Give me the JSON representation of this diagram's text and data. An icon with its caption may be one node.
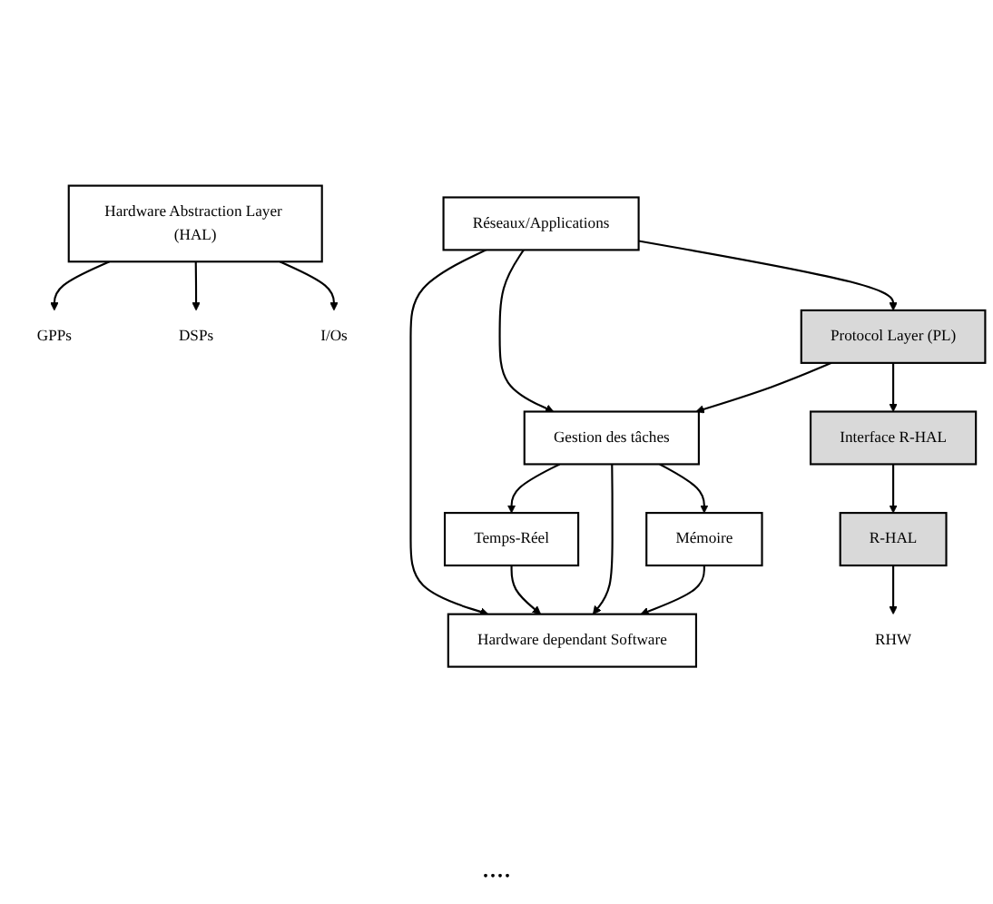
{
  "diagram": {
    "nodes": [
      {
        "text": [
          "Réseaux/Applications"
        ]
      },
      {
        "text": [
          "Protocol Layer (PL)"
        ]
      },
      {
        "text": [
          "Interface R-HAL"
        ]
      },
      {
        "text": [
          "Gestion des tâches"
        ]
      },
      {
        "text": [
          "Temps-Réel"
        ]
      },
      {
        "text": [
          "Mémoire"
        ]
      },
      {
        "text": [
          "Hardware dependant Software"
        ]
      },
      {
        "text": [
          "Hardware Abstraction Layer (HAL)"
        ]
      },
      {
        "text": [
          "R-HAL"
        ]
      },
      {
        "text": [
          "GPPs"
        ]
      },
      {
        "text": [
          "DSPs"
        ]
      },
      {
        "text": [
          "I/Os"
        ]
      },
      {
        "text": [
          "RHW"
        ]
      }
    ],
    "edges": [
      {
        "from": 0,
        "to": 6,
        "arrow": "to"
      },
      {
        "from": 0,
        "to": 3,
        "arrow": "to"
      },
      {
        "from": 0,
        "to": 1,
        "arrow": "to"
      },
      {
        "from": 1,
        "to": 3,
        "arrow": "to"
      },
      {
        "from": 1,
        "to": 2,
        "arrow": "to"
      },
      {
        "from": 3,
        "to": 4,
        "arrow": "to"
      },
      {
        "from": 3,
        "to": 6,
        "arrow": "to"
      },
      {
        "from": 3,
        "to": 5,
        "arrow": "to"
      },
      {
        "from": 4,
        "to": 6,
        "arrow": "to"
      },
      {
        "from": 5,
        "to": 6,
        "arrow": "to"
      },
      {
        "from": 2,
        "to": 8,
        "arrow": "to"
      },
      {
        "from": 7,
        "to": 9,
        "arrow": "to"
      },
      {
        "from": 7,
        "to": 10,
        "arrow": "to"
      },
      {
        "from": 7,
        "to": 11,
        "arrow": "to"
      },
      {
        "from": 8,
        "to": 12,
        "arrow": "to"
      }
    ],
    "labels": [
      "...."
    ]
  }
}
